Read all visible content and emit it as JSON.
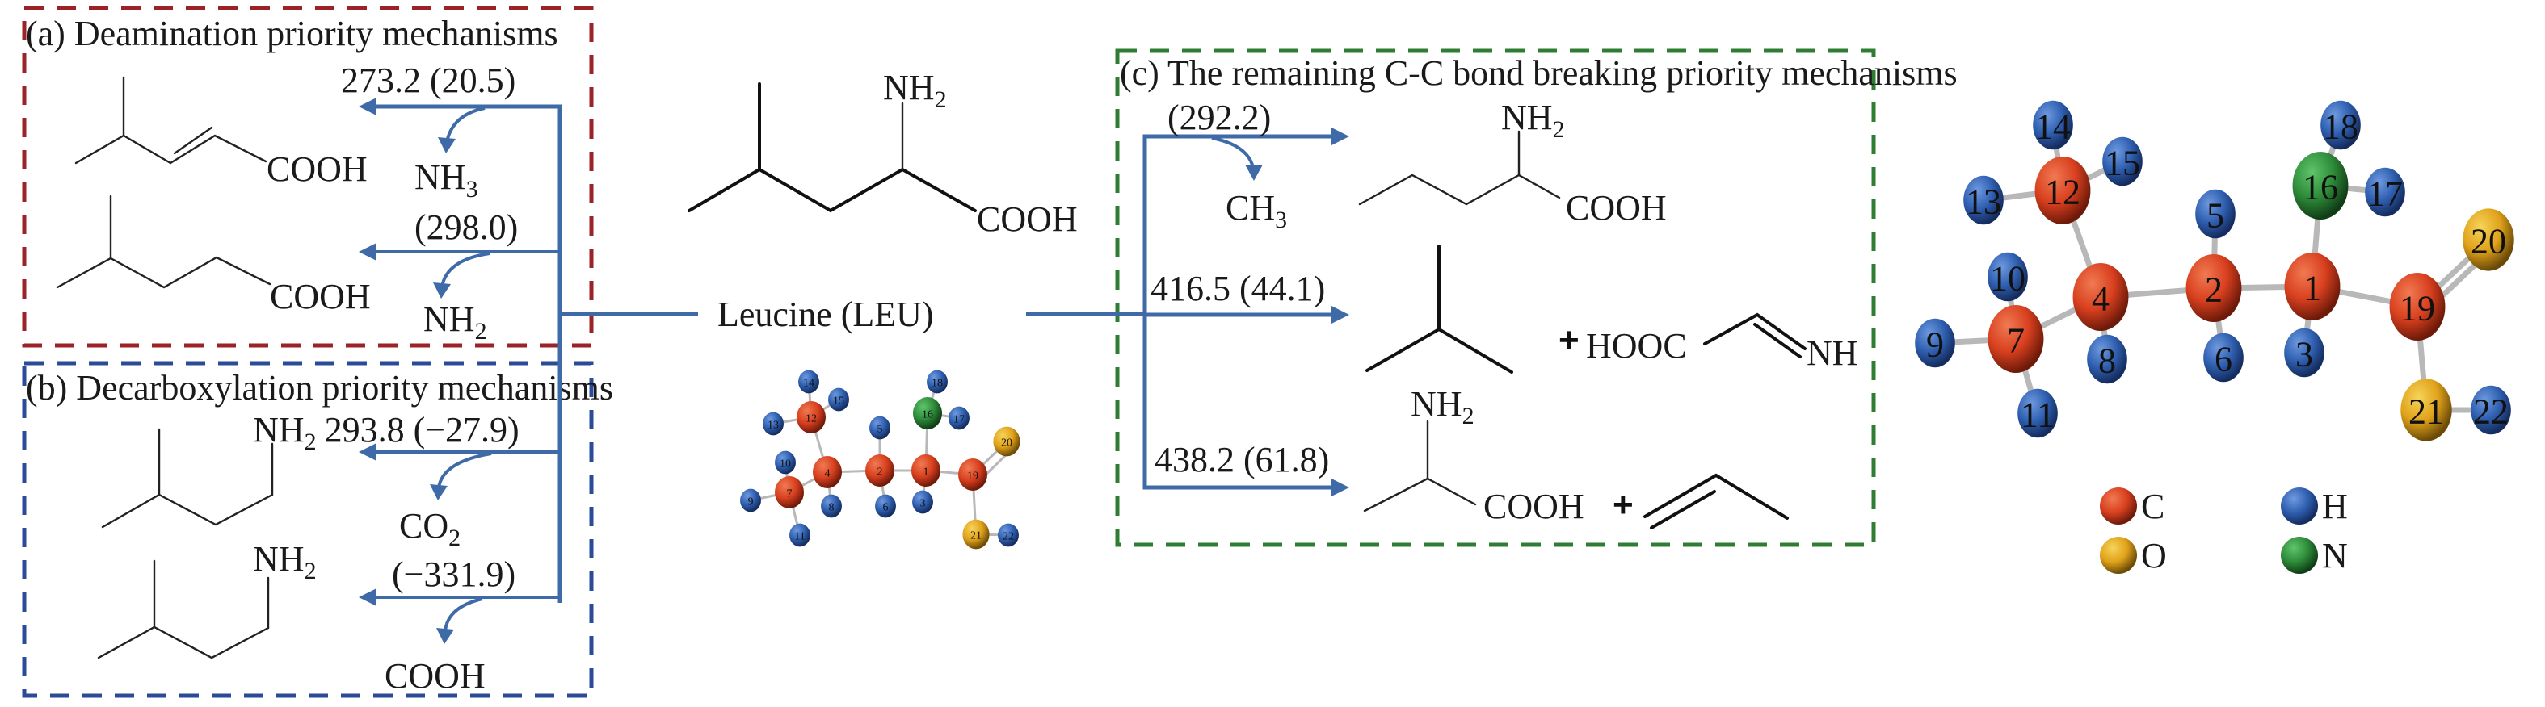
{
  "panels": {
    "a": {
      "title": "(a) Deamination priority mechanisms",
      "color": "#9b2226",
      "pathway1_energy": "273.2 (20.5)",
      "pathway1_leaving": {
        "main": "NH",
        "sub": "3"
      },
      "pathway1_product_group": "COOH",
      "pathway2_energy": "(298.0)",
      "pathway2_leaving": {
        "main": "NH",
        "sub": "2"
      },
      "pathway2_product_group": "COOH"
    },
    "b": {
      "title": "(b) Decarboxylation priority mechanisms",
      "color": "#2b4a97",
      "pathway1_product_amine": {
        "main": "NH",
        "sub": "2"
      },
      "pathway1_energy": "293.8 (−27.9)",
      "pathway1_leaving": {
        "main": "CO",
        "sub": "2"
      },
      "pathway2_product_amine": {
        "main": "NH",
        "sub": "2"
      },
      "pathway2_energy": "(−331.9)",
      "pathway2_leaving": "COOH"
    },
    "c": {
      "title": "(c) The remaining C-C bond breaking priority mechanisms",
      "color": "#2e7d32",
      "pathway1_energy": "(292.2)",
      "pathway1_leaving": {
        "main": "CH",
        "sub": "3"
      },
      "pathway1_product_amine": {
        "main": "NH",
        "sub": "2"
      },
      "pathway1_product_group": "COOH",
      "pathway2_energy": "416.5 (44.1)",
      "pathway2_coproduct": {
        "plus": "+",
        "left": "HOOC",
        "right": "NH"
      },
      "pathway3_energy": "438.2 (61.8)",
      "pathway3_product_amine": {
        "main": "NH",
        "sub": "2"
      },
      "pathway3_product_group": "COOH",
      "pathway3_plus": "+"
    }
  },
  "center": {
    "name": "Leucine (LEU)",
    "amine": {
      "main": "NH",
      "sub": "2"
    },
    "acid": "COOH"
  },
  "arrow_color": "#3f6aa8",
  "atom_colors": {
    "C": "#d9401f",
    "H": "#2f5fb0",
    "O": "#e0a21a",
    "N": "#2e8b3a"
  },
  "legend": [
    {
      "element": "C",
      "label": "C"
    },
    {
      "element": "H",
      "label": "H"
    },
    {
      "element": "O",
      "label": "O"
    },
    {
      "element": "N",
      "label": "N"
    }
  ],
  "molecule_atoms": [
    {
      "id": "1",
      "element": "C"
    },
    {
      "id": "2",
      "element": "C"
    },
    {
      "id": "3",
      "element": "H"
    },
    {
      "id": "4",
      "element": "C"
    },
    {
      "id": "5",
      "element": "H"
    },
    {
      "id": "6",
      "element": "H"
    },
    {
      "id": "7",
      "element": "C"
    },
    {
      "id": "8",
      "element": "H"
    },
    {
      "id": "9",
      "element": "H"
    },
    {
      "id": "10",
      "element": "H"
    },
    {
      "id": "11",
      "element": "H"
    },
    {
      "id": "12",
      "element": "C"
    },
    {
      "id": "13",
      "element": "H"
    },
    {
      "id": "14",
      "element": "H"
    },
    {
      "id": "15",
      "element": "H"
    },
    {
      "id": "16",
      "element": "N"
    },
    {
      "id": "17",
      "element": "H"
    },
    {
      "id": "18",
      "element": "H"
    },
    {
      "id": "19",
      "element": "C"
    },
    {
      "id": "20",
      "element": "O"
    },
    {
      "id": "21",
      "element": "O"
    },
    {
      "id": "22",
      "element": "H"
    }
  ]
}
